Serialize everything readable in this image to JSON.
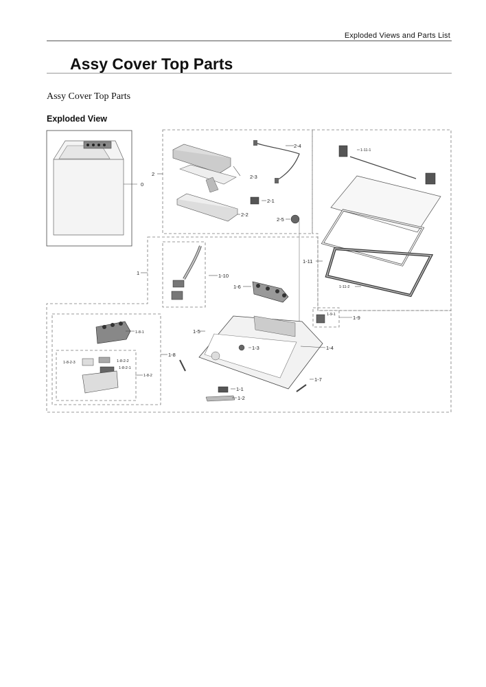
{
  "header": {
    "section_title": "Exploded Views and Parts List"
  },
  "page": {
    "title": "Assy Cover Top Parts",
    "subtitle": "Assy Cover Top Parts",
    "section_heading": "Exploded View"
  },
  "diagram": {
    "labels": {
      "p0": "0",
      "p1": "1",
      "p2": "2",
      "p2_1": "2-1",
      "p2_2": "2-2",
      "p2_3": "2-3",
      "p2_4": "2-4",
      "p2_5": "2-5",
      "p1_1": "1-1",
      "p1_2": "1-2",
      "p1_3": "1-3",
      "p1_4": "1-4",
      "p1_5": "1-5",
      "p1_6": "1-6",
      "p1_7": "1-7",
      "p1_8": "1-8",
      "p1_8_1": "1-8-1",
      "p1_8_2": "1-8-2",
      "p1_8_2_1": "1-8-2-1",
      "p1_8_2_2": "1-8-2-2",
      "p1_8_2_3": "1-8-2-3",
      "p1_9": "1-9",
      "p1_9_1": "1-9-1",
      "p1_10": "1-10",
      "p1_11": "1-11",
      "p1_11_1": "1-11-1",
      "p1_11_2": "1-11-2"
    }
  }
}
